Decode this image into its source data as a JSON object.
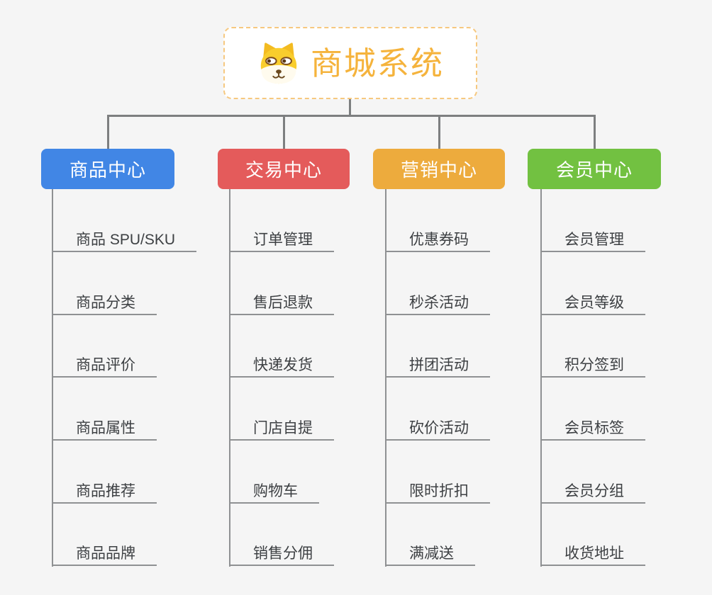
{
  "root": {
    "title": "商城系统",
    "icon": "shiba-dog-icon"
  },
  "branches": [
    {
      "label": "商品中心",
      "color": "#4186e5",
      "items": [
        "商品 SPU/SKU",
        "商品分类",
        "商品评价",
        "商品属性",
        "商品推荐",
        "商品品牌"
      ]
    },
    {
      "label": "交易中心",
      "color": "#e45b5b",
      "items": [
        "订单管理",
        "售后退款",
        "快递发货",
        "门店自提",
        "购物车",
        "销售分佣"
      ]
    },
    {
      "label": "营销中心",
      "color": "#edab3d",
      "items": [
        "优惠券码",
        "秒杀活动",
        "拼团活动",
        "砍价活动",
        "限时折扣",
        "满减送"
      ]
    },
    {
      "label": "会员中心",
      "color": "#72c141",
      "items": [
        "会员管理",
        "会员等级",
        "积分签到",
        "会员标签",
        "会员分组",
        "收货地址"
      ]
    }
  ],
  "colors": {
    "background": "#f5f5f5",
    "connector": "#7d7f80",
    "leaf_line": "#8f9193",
    "leaf_text": "#3d4043",
    "root_text": "#f5b33c",
    "root_border": "#f6c87f"
  }
}
